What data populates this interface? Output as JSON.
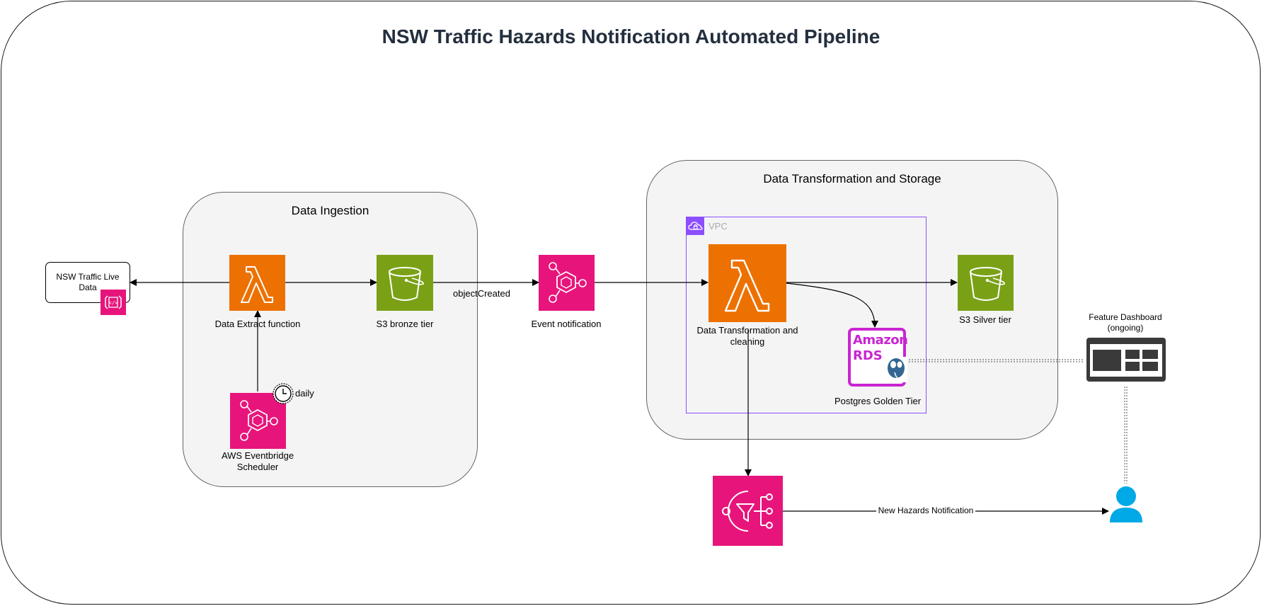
{
  "title": "NSW Traffic Hazards Notification Automated Pipeline",
  "groups": {
    "ingestion": "Data Ingestion",
    "transformation": "Data Transformation and Storage",
    "vpc": "VPC"
  },
  "nodes": {
    "source": "NSW Traffic Live Data",
    "extract": "Data Extract function",
    "bronze": "S3 bronze tier",
    "scheduler": "AWS Eventbridge Scheduler",
    "schedule_label": "daily",
    "event": "Event notification",
    "transform": "Data Transformation and cleaning",
    "silver": "S3 Silver tier",
    "rds": "Postgres Golden Tier",
    "rds_brand_line1": "Amazon",
    "rds_brand_line2": "RDS",
    "dashboard": "Feature Dashboard (ongoing)"
  },
  "edges": {
    "object_created": "objectCreated",
    "new_hazards": "New Hazards Notification"
  },
  "colors": {
    "lambda": "#ed7100",
    "s3": "#7aa116",
    "eventbridge": "#e7157b",
    "rds": "#c925d1",
    "vpc": "#8c4fff",
    "user": "#01a9e6",
    "dashboard": "#3a3a3a"
  },
  "icons": [
    "lambda-icon",
    "s3-bucket-icon",
    "eventbridge-icon",
    "api-icon",
    "clock-icon",
    "rds-icon",
    "postgres-icon",
    "sns-icon",
    "dashboard-icon",
    "user-icon",
    "vpc-cloud-icon"
  ]
}
